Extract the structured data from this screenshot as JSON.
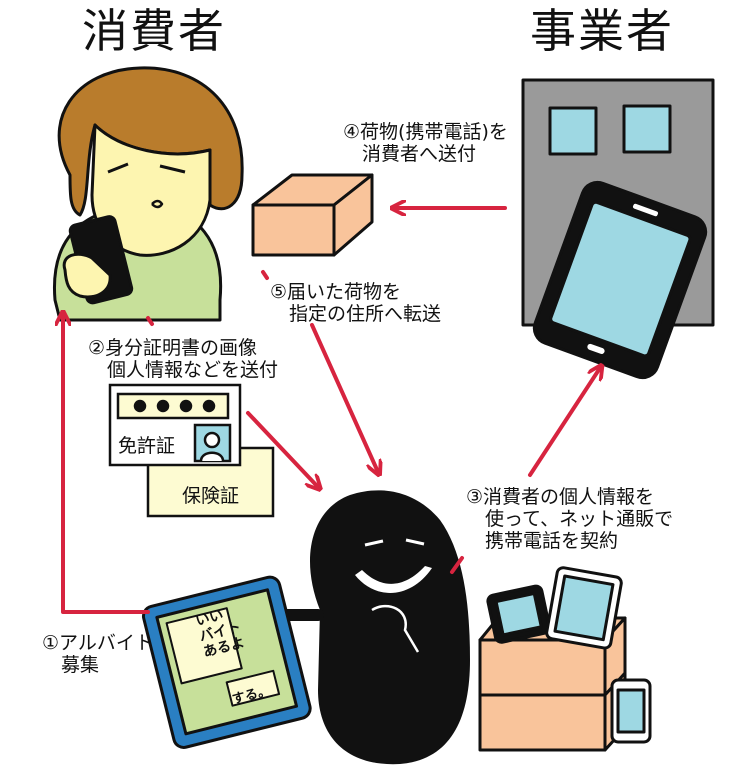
{
  "titles": {
    "consumer": "消費者",
    "business": "事業者"
  },
  "steps": {
    "s1": "①アルバイト\n　募集",
    "s2": "②身分証明書の画像\n　個人情報などを送付",
    "s3": "③消費者の個人情報を\n　使って、ネット通販で\n　携帯電話を契約",
    "s4": "④荷物(携帯電話)を\n　消費者へ送付",
    "s5": "⑤届いた荷物を\n　指定の住所へ転送"
  },
  "documents": {
    "license": "免許証",
    "insurance": "保険証"
  },
  "tablet_chat": {
    "message": "いい\nバイト\nあるよ",
    "reply": "する。"
  },
  "colors": {
    "arrow": "#d7243f",
    "box": "#f9c49b",
    "screen": "#9ed8e3",
    "building": "#9a9a9a",
    "skin": "#fdf5b0",
    "hair": "#b97c2c",
    "shirt": "#c7e09a",
    "card": "#fdfbd2",
    "tablet_frame": "#2a7fc2"
  }
}
